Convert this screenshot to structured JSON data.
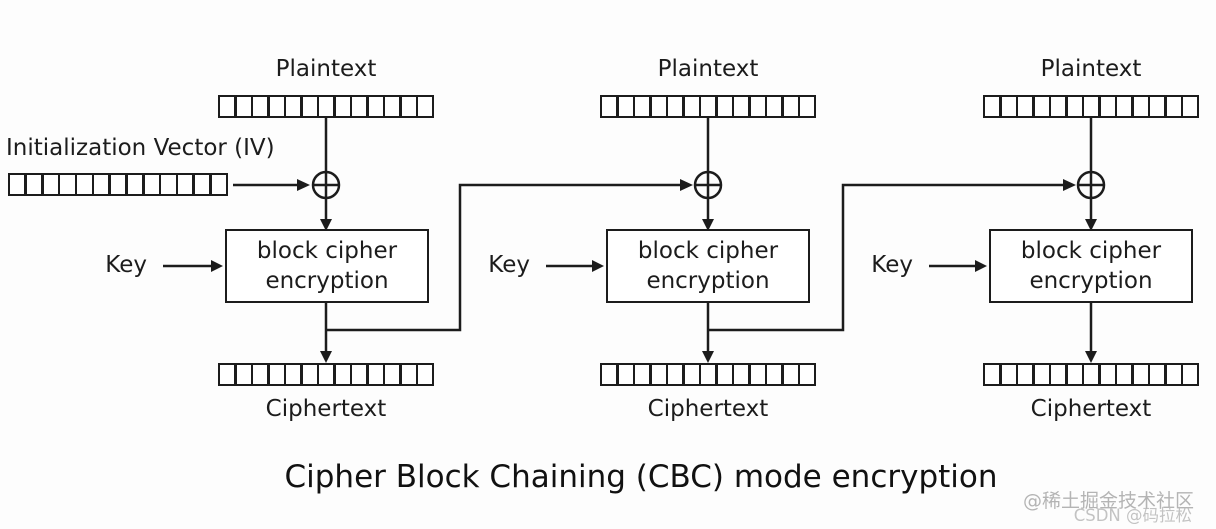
{
  "diagram": {
    "caption": "Cipher Block Chaining (CBC) mode encryption",
    "iv_label": "Initialization Vector (IV)",
    "labels": {
      "plaintext": "Plaintext",
      "ciphertext": "Ciphertext",
      "key": "Key",
      "box_line1": "block cipher",
      "box_line2": "encryption"
    },
    "bit_cells": 13,
    "block_count": 3,
    "colors": {
      "line": "#1c1c1c",
      "background": "#fdfdfd"
    }
  },
  "watermarks": {
    "community": "@稀土掘金技术社区",
    "csdn": "CSDN @码拉松"
  }
}
